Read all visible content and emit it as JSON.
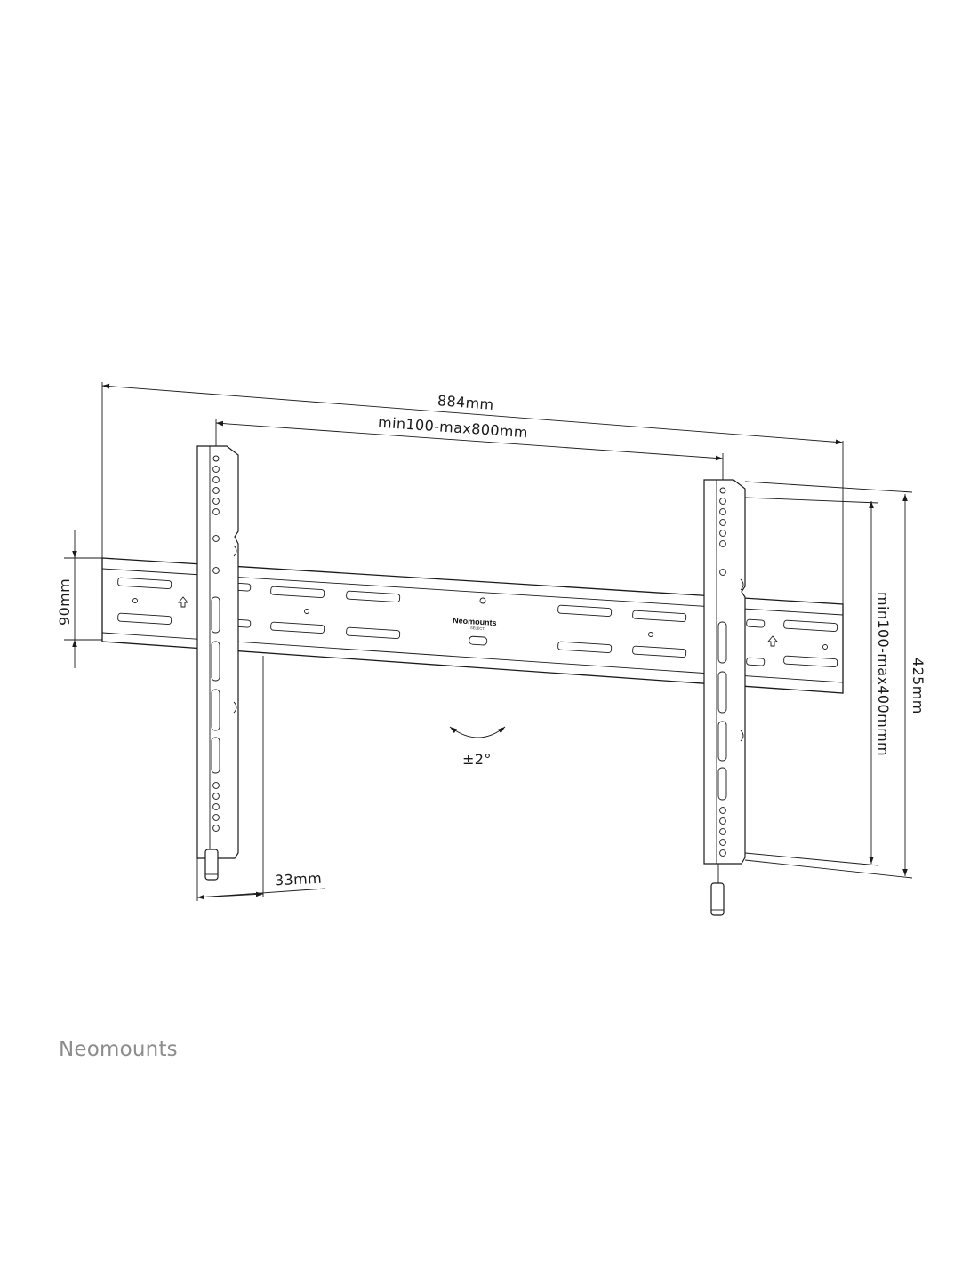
{
  "diagram": {
    "dimensions": {
      "overall_width": "884mm",
      "vesa_horizontal": "min100-max800mm",
      "rail_height": "90mm",
      "bracket_height": "425mm",
      "vesa_vertical": "min100-max400mmm",
      "depth": "33mm",
      "tilt": "±2°"
    },
    "rail_label": {
      "brand": "Neomounts",
      "sub": "SELECT"
    }
  },
  "footer": {
    "logo": "Neomounts"
  }
}
